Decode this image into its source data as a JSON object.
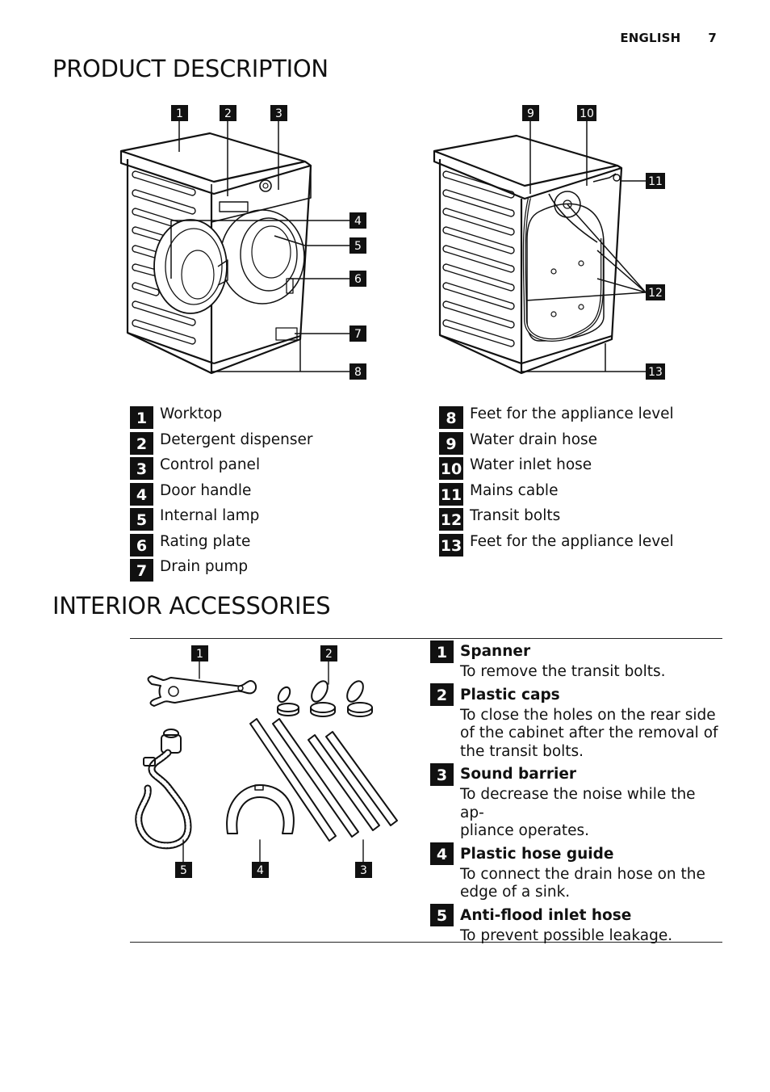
{
  "header": {
    "language": "ENGLISH",
    "page_number": "7"
  },
  "sections": {
    "product_title": "PRODUCT DESCRIPTION",
    "accessories_title": "INTERIOR ACCESSORIES"
  },
  "front_callouts": [
    "1",
    "2",
    "3",
    "4",
    "5",
    "6",
    "7",
    "8"
  ],
  "rear_callouts": [
    "9",
    "10",
    "11",
    "12",
    "13"
  ],
  "accessory_callouts": [
    "1",
    "2",
    "3",
    "4",
    "5"
  ],
  "legend_left": [
    {
      "n": "1",
      "label": "Worktop"
    },
    {
      "n": "2",
      "label": "Detergent dispenser"
    },
    {
      "n": "3",
      "label": "Control panel"
    },
    {
      "n": "4",
      "label": "Door handle"
    },
    {
      "n": "5",
      "label": "Internal lamp"
    },
    {
      "n": "6",
      "label": "Rating plate"
    },
    {
      "n": "7",
      "label": "Drain pump"
    }
  ],
  "legend_right": [
    {
      "n": "8",
      "label": "Feet for the appliance level"
    },
    {
      "n": "9",
      "label": "Water drain hose"
    },
    {
      "n": "10",
      "label": "Water inlet hose"
    },
    {
      "n": "11",
      "label": "Mains cable"
    },
    {
      "n": "12",
      "label": "Transit bolts"
    },
    {
      "n": "13",
      "label": "Feet for the appliance level"
    }
  ],
  "accessories": [
    {
      "n": "1",
      "title": "Spanner",
      "lines": [
        "To remove the transit bolts."
      ]
    },
    {
      "n": "2",
      "title": "Plastic caps",
      "lines": [
        "To close the holes on the rear side",
        "of the cabinet after the removal of",
        "the transit bolts."
      ]
    },
    {
      "n": "3",
      "title": "Sound barrier",
      "lines": [
        "To decrease the noise while the ap-",
        "pliance operates."
      ]
    },
    {
      "n": "4",
      "title": "Plastic hose guide",
      "lines": [
        "To connect the drain hose on the",
        "edge of a sink."
      ]
    },
    {
      "n": "5",
      "title": "Anti-flood inlet hose",
      "lines": [
        "To prevent possible leakage."
      ]
    }
  ]
}
